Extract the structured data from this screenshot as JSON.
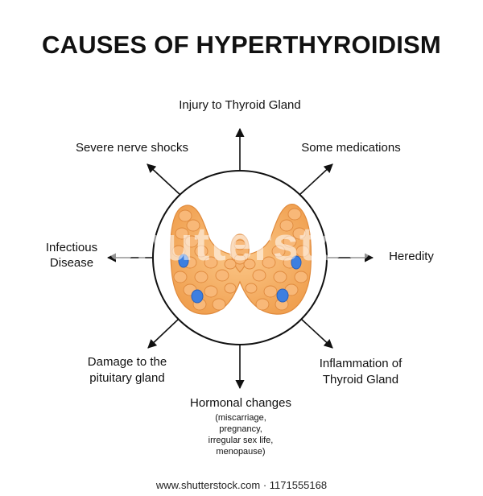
{
  "title": "CAUSES OF HYPERTHYROIDISM",
  "causes": {
    "top": "Injury to Thyroid Gland",
    "top_left": "Severe nerve shocks",
    "top_right": "Some medications",
    "left_line1": "Infectious",
    "left_line2": "Disease",
    "right": "Heredity",
    "bottom_left_line1": "Damage to the",
    "bottom_left_line2": "pituitary gland",
    "bottom_right_line1": "Inflammation of",
    "bottom_right_line2": "Thyroid Gland",
    "bottom": "Hormonal changes",
    "bottom_details": [
      "(miscarriage,",
      "pregnancy,",
      "irregular sex life,",
      "menopause)"
    ]
  },
  "watermark": "shutterstock",
  "footer": "www.shutterstock.com · 1171555168",
  "colors": {
    "gland_fill": "#f4a460",
    "gland_stroke": "#e08a3c",
    "nodule": "#3d7fe0",
    "arrow": "#111111"
  }
}
